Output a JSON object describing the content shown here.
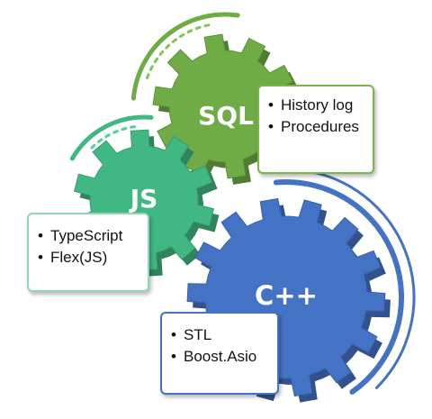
{
  "colors": {
    "sql": "#6fac46",
    "js": "#41b883",
    "cpp": "#4472c4"
  },
  "gears": {
    "sql": {
      "label": "SQL",
      "items": [
        "History log",
        "Procedures"
      ]
    },
    "js": {
      "label": "JS",
      "items": [
        "TypeScript",
        "Flex(JS)"
      ]
    },
    "cpp": {
      "label": "C++",
      "items": [
        "STL",
        "Boost.Asio"
      ]
    }
  }
}
